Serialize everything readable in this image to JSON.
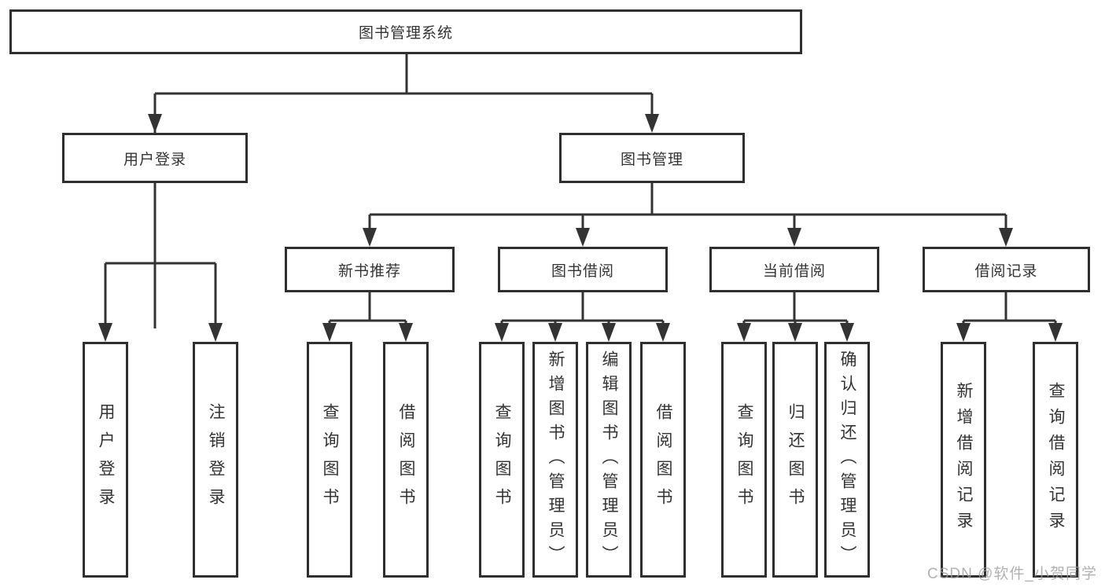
{
  "diagram": {
    "root": {
      "label": "图书管理系统"
    },
    "branches": [
      {
        "label": "用户登录",
        "children": [
          {
            "label": "用户登录"
          },
          {
            "label": "注销登录"
          }
        ]
      },
      {
        "label": "图书管理",
        "children": [
          {
            "label": "新书推荐",
            "children": [
              {
                "label": "查询图书"
              },
              {
                "label": "借阅图书"
              }
            ]
          },
          {
            "label": "图书借阅",
            "children": [
              {
                "label": "查询图书"
              },
              {
                "label": "新增图书（管理员）"
              },
              {
                "label": "编辑图书（管理员）"
              },
              {
                "label": "借阅图书"
              }
            ]
          },
          {
            "label": "当前借阅",
            "children": [
              {
                "label": "查询图书"
              },
              {
                "label": "归还图书"
              },
              {
                "label": "确认归还（管理员）"
              }
            ]
          },
          {
            "label": "借阅记录",
            "children": [
              {
                "label": "新增借阅记录"
              },
              {
                "label": "查询借阅记录"
              }
            ]
          }
        ]
      }
    ]
  },
  "watermark": {
    "text": "CSDN @软件_小贺同学"
  },
  "colors": {
    "line": "#333333",
    "box_border": "#2f2f2f",
    "text": "#333333",
    "watermark": "#9e9e9e",
    "background": "#ffffff"
  }
}
